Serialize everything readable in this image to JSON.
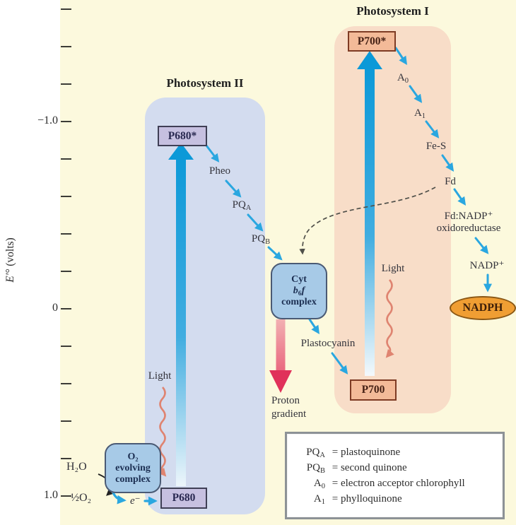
{
  "axis": {
    "title_symbol": "E′°",
    "title_unit": "(volts)",
    "tick_labels": [
      {
        "text": "−1.0"
      },
      {
        "text": "0"
      },
      {
        "text": "1.0"
      }
    ]
  },
  "photosystem2": {
    "title": "Photosystem II",
    "p680_star": "P680*",
    "p680": "P680",
    "pheo": "Pheo",
    "pq_a": {
      "base": "PQ",
      "sub": "A"
    },
    "pq_b": {
      "base": "PQ",
      "sub": "B"
    },
    "light": "Light",
    "o2_complex": {
      "line1": "O₂",
      "line2": "evolving",
      "line3": "complex"
    },
    "h2o": "H₂O",
    "half_o2": "½O₂",
    "electron": "e⁻"
  },
  "photosystem1": {
    "title": "Photosystem I",
    "p700_star": "P700*",
    "p700": "P700",
    "a0": {
      "base": "A",
      "sub": "0"
    },
    "a1": {
      "base": "A",
      "sub": "1"
    },
    "fe_s": "Fe-S",
    "fd": "Fd",
    "light": "Light"
  },
  "electron_transport": {
    "cyt_complex": {
      "line1": "Cyt",
      "line2_b": "b",
      "line2_sub": "6",
      "line2_f": "f",
      "line3": "complex"
    },
    "plastocyanin": "Plastocyanin",
    "proton_gradient": {
      "line1": "Proton",
      "line2": "gradient"
    },
    "fd_nadp_reductase": {
      "line1": "Fd:NADP⁺",
      "line2": "oxidoreductase"
    },
    "nadp": "NADP⁺",
    "nadph": "NADPH"
  },
  "legend": {
    "items": [
      {
        "term": {
          "base": "PQ",
          "sub": "A"
        },
        "definition": "= plastoquinone"
      },
      {
        "term": {
          "base": "PQ",
          "sub": "B"
        },
        "definition": "= second quinone"
      },
      {
        "term": {
          "base": "A",
          "sub": "0"
        },
        "definition": "= electron acceptor chlorophyll"
      },
      {
        "term": {
          "base": "A",
          "sub": "1"
        },
        "definition": "= phylloquinone"
      }
    ]
  },
  "colors": {
    "background": "#fcf9dd",
    "ps2_panel": "#d3dcef",
    "ps1_panel": "#f8ddc8",
    "pigment_box_purple": "#c6c0e0",
    "pigment_box_salmon": "#f3ba98",
    "complex_box_blue": "#a7cae7",
    "nadph_orange": "#f09e33",
    "electron_arrow_blue": "#2aa7e0",
    "proton_arrow_red": "#e23a5e",
    "light_wave_red": "#df8471"
  }
}
